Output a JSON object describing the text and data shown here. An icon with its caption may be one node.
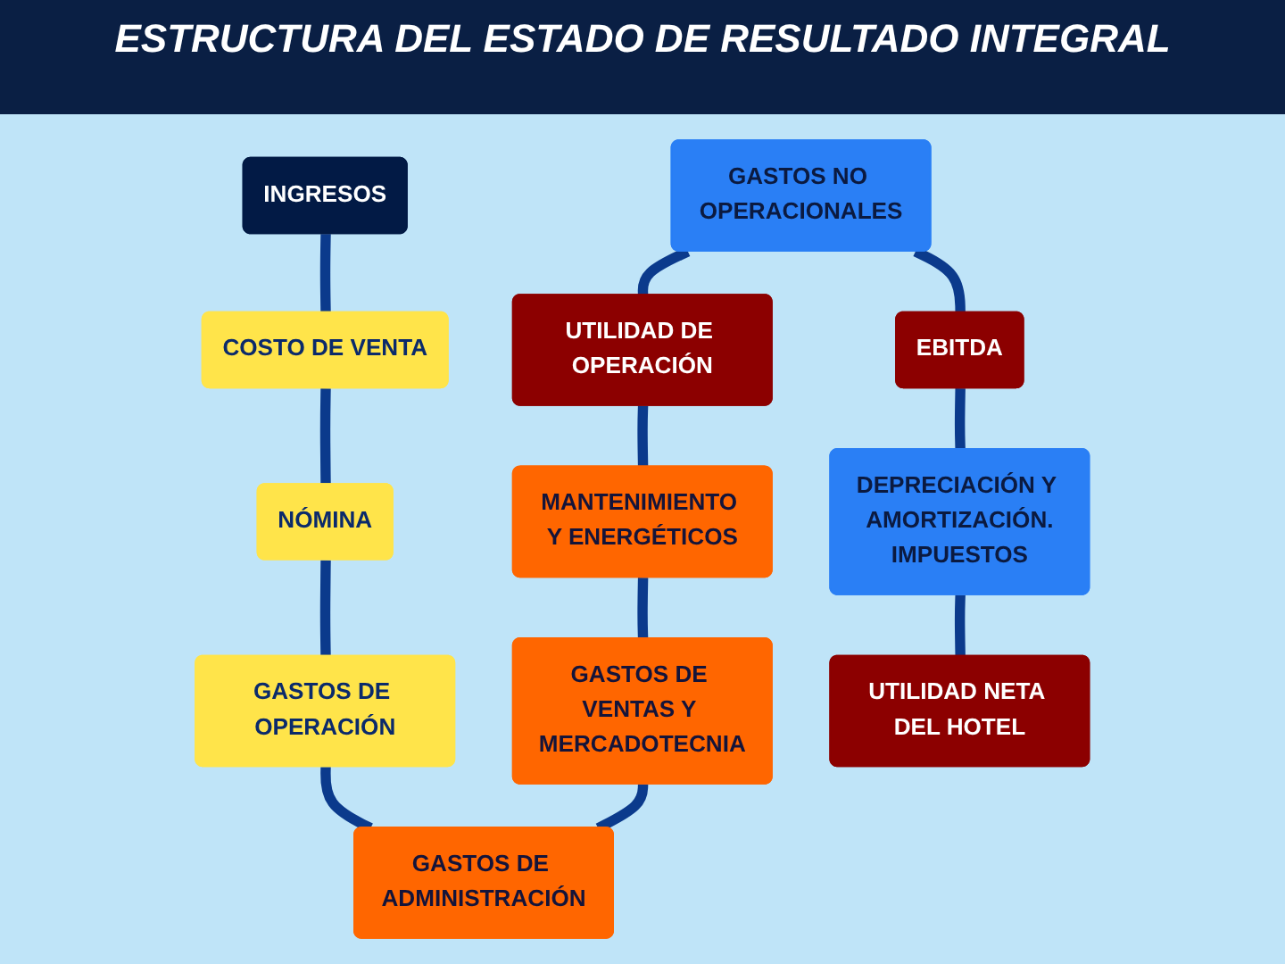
{
  "diagram": {
    "title": "ESTRUCTURA DEL ESTADO DE RESULTADO INTEGRAL",
    "nodes": [
      {
        "text": [
          "INGRESOS"
        ]
      },
      {
        "text": [
          "COSTO DE VENTA"
        ]
      },
      {
        "text": [
          "NÓMINA"
        ]
      },
      {
        "text": [
          "GASTOS DE OPERACIÓN"
        ]
      },
      {
        "text": [
          "UTILIDAD DE OPERACIÓN"
        ]
      },
      {
        "text": [
          "MANTENIMIENTO Y ENERGÉTICOS"
        ]
      },
      {
        "text": [
          "GASTOS DE VENTAS Y MERCADOTECNIA"
        ]
      },
      {
        "text": [
          "GASTOS DE ADMINISTRACIÓN"
        ]
      },
      {
        "text": [
          "GASTOS NO OPERACIONALES"
        ]
      },
      {
        "text": [
          "EBITDA"
        ]
      },
      {
        "text": [
          "DEPRECIACIÓN Y AMORTIZACIÓN.",
          "IMPUESTOS"
        ]
      },
      {
        "text": [
          "UTILIDAD NETA DEL HOTEL"
        ]
      }
    ],
    "edges": [
      {
        "from": 0,
        "to": 1,
        "arrow": "none"
      },
      {
        "from": 1,
        "to": 2,
        "arrow": "none"
      },
      {
        "from": 2,
        "to": 3,
        "arrow": "none"
      },
      {
        "from": 3,
        "to": 7,
        "arrow": "none"
      },
      {
        "from": 6,
        "to": 7,
        "arrow": "none"
      },
      {
        "from": 5,
        "to": 6,
        "arrow": "none"
      },
      {
        "from": 4,
        "to": 5,
        "arrow": "none"
      },
      {
        "from": 8,
        "to": 4,
        "arrow": "none"
      },
      {
        "from": 8,
        "to": 9,
        "arrow": "none"
      },
      {
        "from": 9,
        "to": 10,
        "arrow": "none"
      },
      {
        "from": 10,
        "to": 11,
        "arrow": "none"
      }
    ]
  }
}
